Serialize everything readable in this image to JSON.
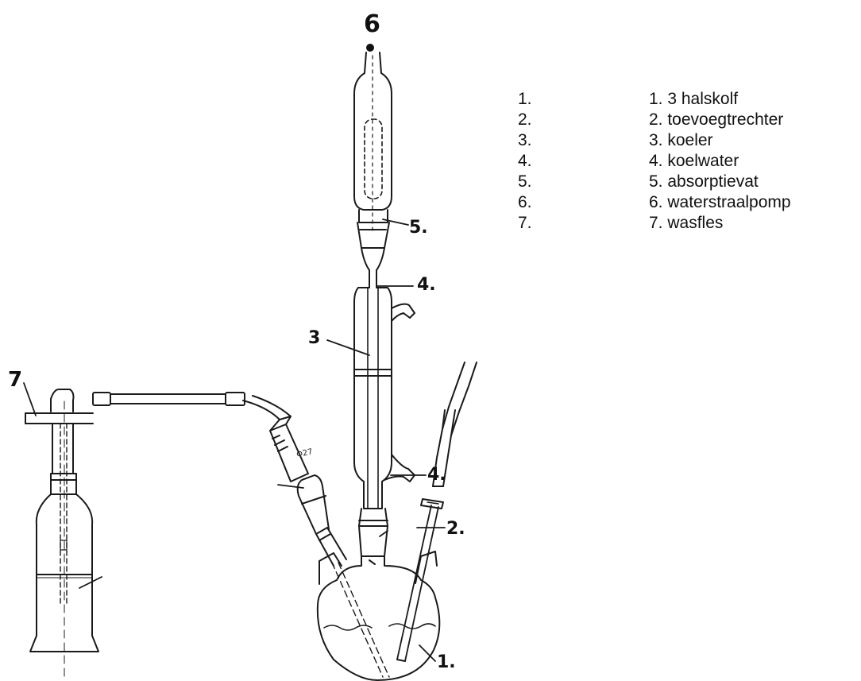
{
  "diagram": {
    "callouts": {
      "label_1": "1.",
      "label_2": "2.",
      "label_3": "3",
      "label_4_top": "4.",
      "label_4_bottom": "4.",
      "label_5": "5.",
      "label_6": "6",
      "label_7": "7",
      "annotation_diameter": "Φ27"
    }
  },
  "legend": {
    "items": [
      {
        "number": "1.",
        "description": "1. 3 halskolf"
      },
      {
        "number": "2.",
        "description": "2. toevoegtrechter"
      },
      {
        "number": "3.",
        "description": "3. koeler"
      },
      {
        "number": "4.",
        "description": "4. koelwater"
      },
      {
        "number": "5.",
        "description": "5. absorptievat"
      },
      {
        "number": "6.",
        "description": "6. waterstraalpomp"
      },
      {
        "number": "7.",
        "description": "7. wasfles"
      }
    ]
  }
}
